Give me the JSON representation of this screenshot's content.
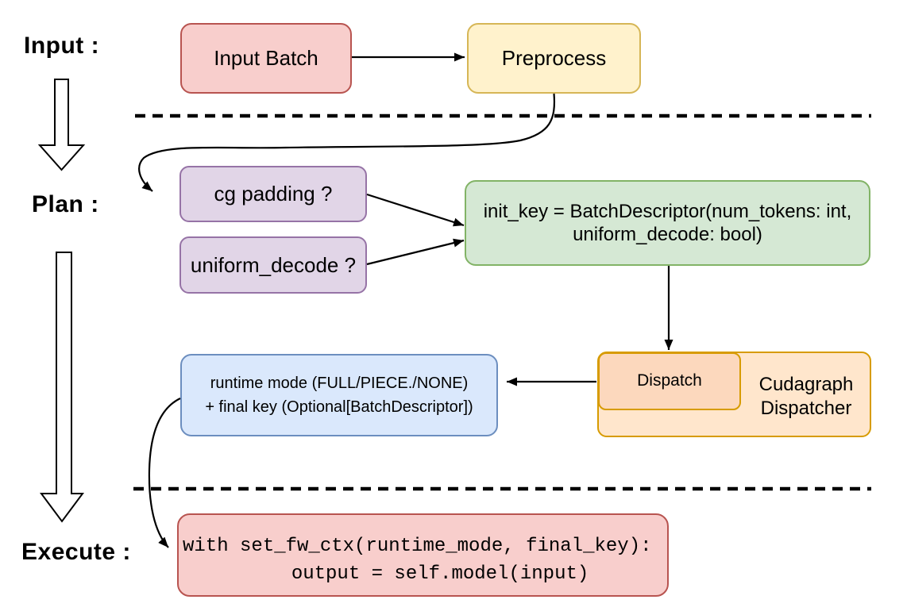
{
  "stages": {
    "input": "Input :",
    "plan": "Plan :",
    "execute": "Execute :"
  },
  "nodes": {
    "input_batch": "Input Batch",
    "preprocess": "Preprocess",
    "cg_padding": "cg padding ?",
    "uniform_decode": "uniform_decode ?",
    "init_key_line1": "init_key = BatchDescriptor(num_tokens: int,",
    "init_key_line2": "uniform_decode: bool)",
    "runtime_line1": "runtime mode (FULL/PIECE./NONE)",
    "runtime_line2": "+ final key (Optional[BatchDescriptor])",
    "dispatch": "Dispatch",
    "dispatcher_line1": "Cudagraph",
    "dispatcher_line2": "Dispatcher",
    "code_line1": "with set_fw_ctx(runtime_mode, final_key):",
    "code_line2": "    output = self.model(input)"
  },
  "edges": [
    "Input Batch -> Preprocess",
    "Preprocess -> cg padding ? (curved, crosses input/plan divider)",
    "cg padding ? -> init_key BatchDescriptor",
    "uniform_decode ? -> init_key BatchDescriptor",
    "init_key BatchDescriptor -> Dispatch",
    "Dispatch -> runtime mode + final key",
    "runtime mode + final key -> execute code (curved, crosses plan/execute divider)",
    "Input stage -> Plan stage (hollow arrow)",
    "Plan stage -> Execute stage (hollow arrow)"
  ],
  "dividers": {
    "style": "dashed",
    "count": 2
  },
  "colors": {
    "red_fill": "#f8cecc",
    "red_stroke": "#b85450",
    "yellow_fill": "#fff2cc",
    "yellow_stroke": "#d6b656",
    "purple_fill": "#e1d5e7",
    "purple_stroke": "#9673a6",
    "green_fill": "#d5e8d4",
    "green_stroke": "#82b366",
    "blue_fill": "#dae8fc",
    "blue_stroke": "#6c8ebf",
    "orange_outer_fill": "#ffe6cc",
    "orange_inner_fill": "#fcd8bd",
    "orange_stroke": "#d79b00",
    "connector": "#000000",
    "background": "#ffffff",
    "text": "#000000"
  }
}
